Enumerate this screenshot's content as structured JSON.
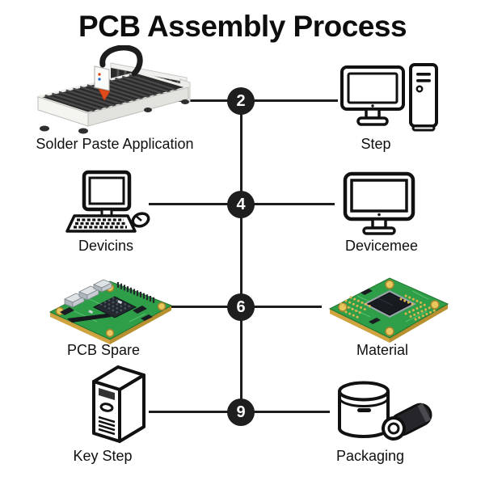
{
  "title": "PCB Assembly Process",
  "colors": {
    "line": "#1c1c1c",
    "node_background": "#1e1e1e",
    "node_text": "#ffffff",
    "pcb_green": "#2f9e49",
    "pcb_gold": "#cfa33f",
    "nozzle_red": "#e04b1c",
    "label_text": "#101010"
  },
  "timeline": {
    "rows": [
      {
        "number": "2",
        "left": {
          "icon": "solder-paste-machine-icon",
          "label": "Solder Paste Application"
        },
        "right": {
          "icon": "desktop-computer-icon",
          "label": "Step"
        }
      },
      {
        "number": "4",
        "left": {
          "icon": "computer-workstation-icon",
          "label": "Devicins"
        },
        "right": {
          "icon": "monitor-icon",
          "label": "Devicemee"
        }
      },
      {
        "number": "6",
        "left": {
          "icon": "pcb-board-icon",
          "label": "PCB Spare"
        },
        "right": {
          "icon": "pcb-chip-icon",
          "label": "Material"
        }
      },
      {
        "number": "9",
        "left": {
          "icon": "server-tower-icon",
          "label": "Key Step"
        },
        "right": {
          "icon": "packaging-icon",
          "label": "Packaging"
        }
      }
    ]
  }
}
